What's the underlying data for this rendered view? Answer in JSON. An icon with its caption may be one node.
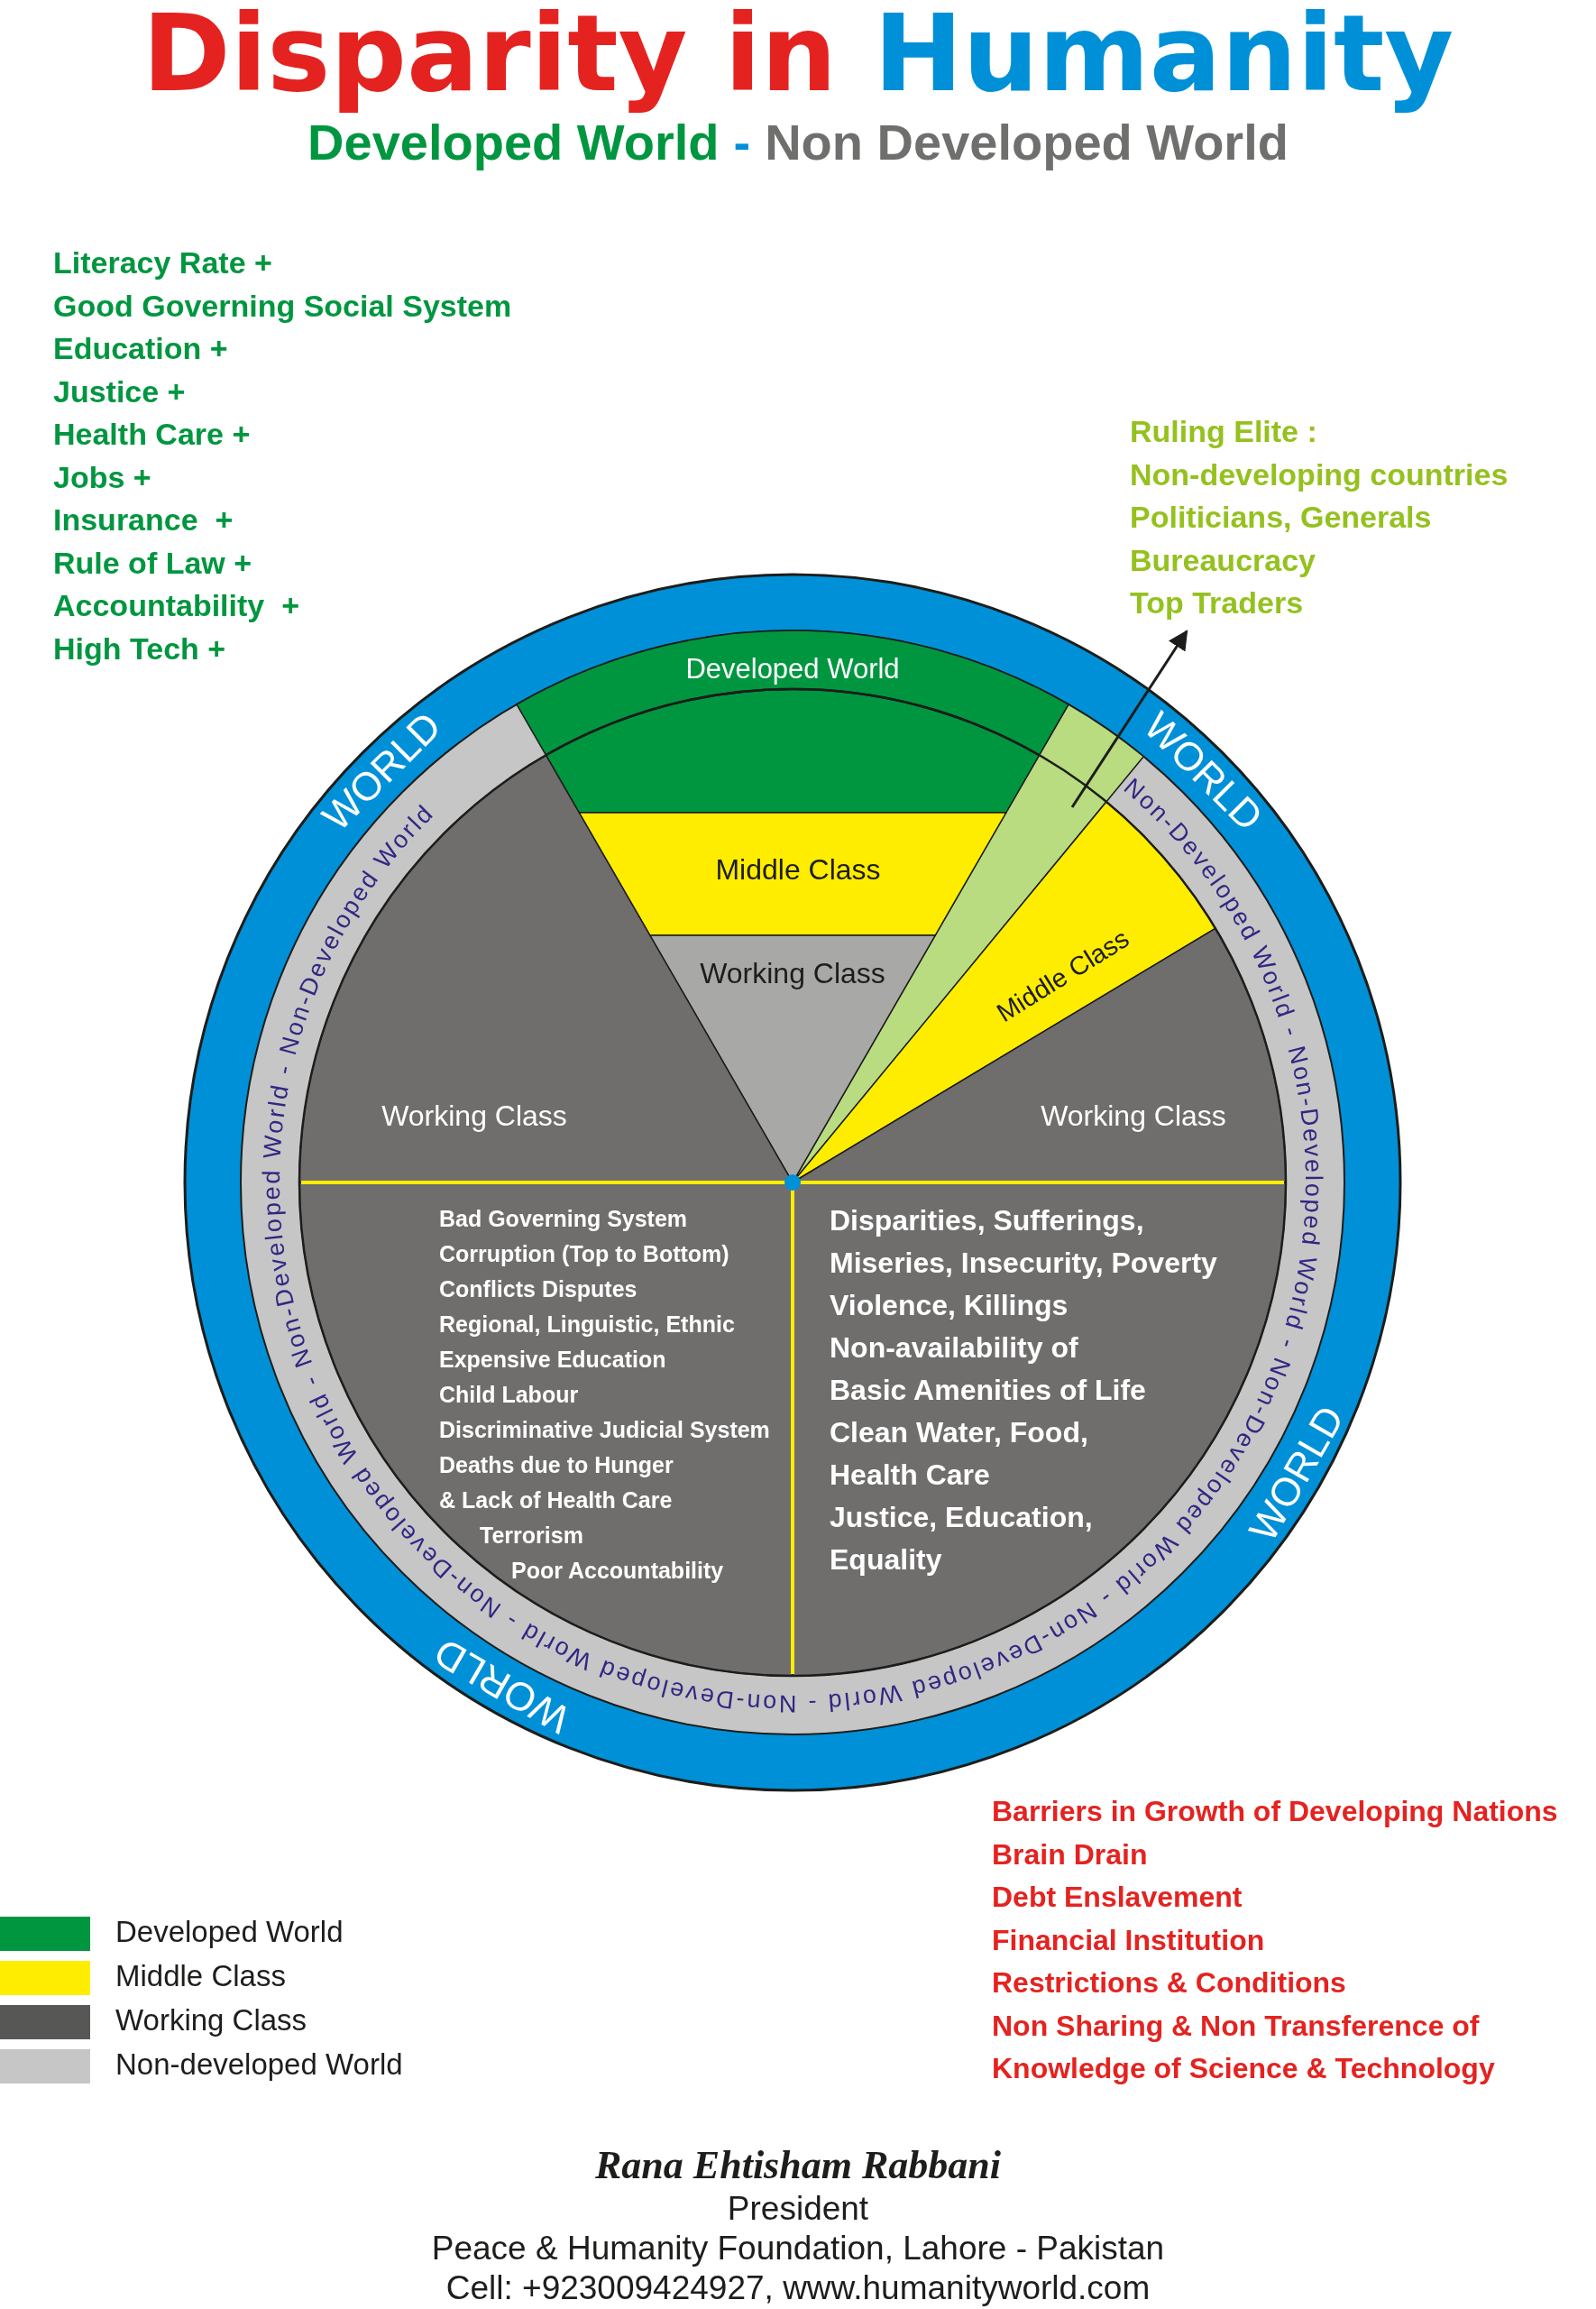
{
  "diagram": {
    "title": "Disparity in Humanity",
    "nodes": [
      {
        "text": [
          "Ruling Elite :",
          "Non-developing countries",
          "Politicians, Generals",
          "Bureaucracy",
          "Top Traders"
        ]
      },
      {
        "text": [],
        "shape": "wedge"
      },
      {
        "text": [
          "Developed World"
        ]
      },
      {
        "text": [
          "Middle Class"
        ]
      },
      {
        "text": [
          "Working Class"
        ]
      },
      {
        "text": [
          "Middle Class"
        ]
      },
      {
        "text": [
          "Working Class"
        ]
      },
      {
        "text": [
          "Working Class"
        ]
      },
      {
        "text": [
          "Bad Governing System",
          "Corruption (Top to Bottom)",
          "Conflicts Disputes",
          "Regional, Linguistic, Ethnic",
          "Expensive Education",
          "Child Labour",
          "Discriminative Judicial System",
          "Deaths due to Hunger & Lack of Health Care",
          "Terrorism",
          "Poor Accountability"
        ]
      },
      {
        "text": [
          "Disparities, Sufferings, Miseries, Insecurity, Poverty",
          "Violence, Killings",
          "Non-availability of Basic Amenities of Life",
          "Clean Water, Food, Health Care",
          "Justice, Education, Equality"
        ]
      }
    ],
    "edges": [
      {
        "from": 1,
        "to": 0,
        "arrow": "to"
      }
    ],
    "labels": [
      "Developed World",
      "-",
      "Non Developed World",
      "Literacy Rate +",
      "Good Governing Social System",
      "Education +",
      "Justice +",
      "Health Care +",
      "Jobs +",
      "Insurance  +",
      "Rule of Law +",
      "Accountability  +",
      "High Tech +",
      "WORLD",
      "WORLD",
      "WORLD",
      "WORLD",
      "Non-Developed World - Non-Developed World - Non-Developed World - Non-Developed World - Non-Developed World - Non-Developed World - Non-Developed World - Non-Developed World",
      "Barriers in Growth of Developing Nations",
      "Brain Drain",
      "Debt Enslavement",
      "Financial Institution",
      "Restrictions & Conditions",
      "Non Sharing & Non Transference of",
      "Knowledge of Science & Technology",
      "Rana Ehtisham Rabbani",
      "President",
      "Peace & Humanity Foundation, Lahore - Pakistan",
      "Cell: +923009424927, www.humanityworld.com"
    ],
    "legend": [
      {
        "text": "Developed World",
        "color": "#009640"
      },
      {
        "text": "Middle Class",
        "color": "#ffed00"
      },
      {
        "text": "Working Class",
        "color": "#575756"
      },
      {
        "text": "Non-developed World",
        "color": "#c6c6c6"
      }
    ]
  }
}
